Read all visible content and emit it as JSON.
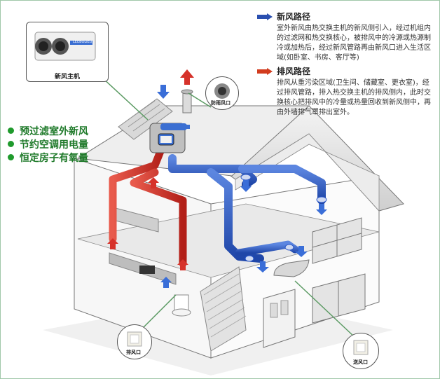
{
  "fresh_air": {
    "heading": "新风路径",
    "description": "室外新风由热交换主机的新风侧引入，经过机组内的过滤网和热交换核心，被排风中的冷源或热源制冷或加热后，经过新风管路再由新风口进入生活区域(如卧室、书房、客厅等)",
    "color": "#2a4fb0"
  },
  "exhaust_air": {
    "heading": "排风路径",
    "description": "排风从重污染区域(卫生间、储藏室、更衣室)，经过排风管路，排入热交换主机的排风侧内，此时交换核心把排风中的冷量或热量回收到新风侧中，再由外墙排气罩排出室外。",
    "color": "#d23c1e"
  },
  "features": [
    "预过滤室外新风",
    "节约空调用电量",
    "恒定房子有氧量"
  ],
  "labels": {
    "main_unit": "新风主机",
    "rain_cap": "防雨风口",
    "exhaust_vent": "排风口",
    "supply_vent": "送风口"
  },
  "device_brand": "LEEBOLIEU",
  "colors": {
    "accent_green": "#1f9a2c",
    "duct_blue": "#2a58c8",
    "duct_red": "#d6322a"
  }
}
